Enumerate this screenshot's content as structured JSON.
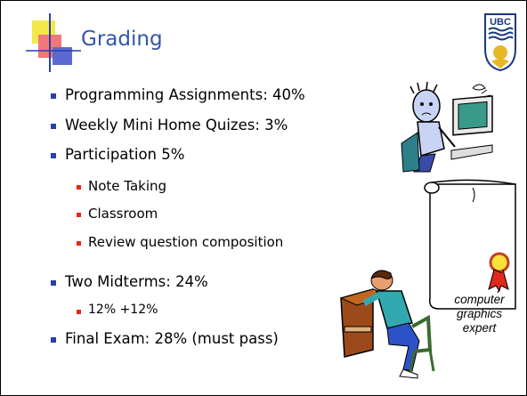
{
  "slide": {
    "title": "Grading",
    "logo_text": "UBC",
    "bullets": [
      {
        "text": "Programming Assignments: 40%"
      },
      {
        "text": "Weekly Mini Home Quizes: 3%"
      },
      {
        "text": "Participation 5%",
        "sub": [
          "Note Taking",
          "Classroom",
          "Review question composition"
        ]
      },
      {
        "text": "Two Midterms: 24%",
        "sub": [
          "12% +12%"
        ]
      },
      {
        "text": "Final Exam: 28% (must pass)"
      }
    ],
    "caption_lines": [
      "computer",
      "graphics",
      "expert"
    ]
  },
  "colors": {
    "title": "#3355aa",
    "bullet": "#2a3fa8",
    "sub_bullet": "#e8261a",
    "logo": "#1a3a7c"
  }
}
